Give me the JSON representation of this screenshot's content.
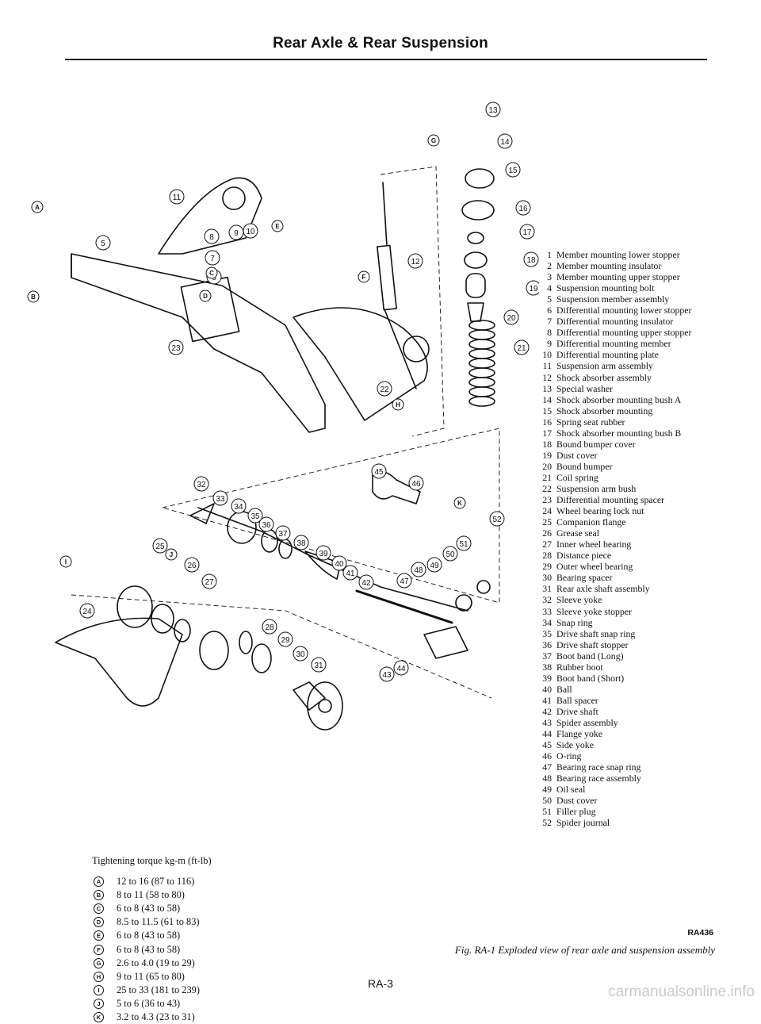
{
  "header": {
    "title": "Rear Axle & Rear Suspension"
  },
  "legend": [
    {
      "num": "1",
      "label": "Member mounting lower stopper"
    },
    {
      "num": "2",
      "label": "Member mounting insulator"
    },
    {
      "num": "3",
      "label": "Member mounting upper stopper"
    },
    {
      "num": "4",
      "label": "Suspension mounting bolt"
    },
    {
      "num": "5",
      "label": "Suspension member assembly"
    },
    {
      "num": "6",
      "label": "Differential mounting lower stopper"
    },
    {
      "num": "7",
      "label": "Differential mounting insulator"
    },
    {
      "num": "8",
      "label": "Differential mounting upper stopper"
    },
    {
      "num": "9",
      "label": "Differential mounting member"
    },
    {
      "num": "10",
      "label": "Differential mounting plate"
    },
    {
      "num": "11",
      "label": "Suspension arm assembly"
    },
    {
      "num": "12",
      "label": "Shock absorber assembly"
    },
    {
      "num": "13",
      "label": "Special washer"
    },
    {
      "num": "14",
      "label": "Shock absorber mounting bush A"
    },
    {
      "num": "15",
      "label": "Shock absorber mounting"
    },
    {
      "num": "16",
      "label": "Spring seat rubber"
    },
    {
      "num": "17",
      "label": "Shock absorber mounting bush B"
    },
    {
      "num": "18",
      "label": "Bound bumper cover"
    },
    {
      "num": "19",
      "label": "Dust cover"
    },
    {
      "num": "20",
      "label": "Bound bumper"
    },
    {
      "num": "21",
      "label": "Coil spring"
    },
    {
      "num": "22",
      "label": "Suspension arm bush"
    },
    {
      "num": "23",
      "label": "Differential mounting spacer"
    },
    {
      "num": "24",
      "label": "Wheel bearing lock nut"
    },
    {
      "num": "25",
      "label": "Companion flange"
    },
    {
      "num": "26",
      "label": "Grease seal"
    },
    {
      "num": "27",
      "label": "Inner wheel bearing"
    },
    {
      "num": "28",
      "label": "Distance piece"
    },
    {
      "num": "29",
      "label": "Outer wheel bearing"
    },
    {
      "num": "30",
      "label": "Bearing spacer"
    },
    {
      "num": "31",
      "label": "Rear axle shaft assembly"
    },
    {
      "num": "32",
      "label": "Sleeve yoke"
    },
    {
      "num": "33",
      "label": "Sleeve yoke stopper"
    },
    {
      "num": "34",
      "label": "Snap ring"
    },
    {
      "num": "35",
      "label": "Drive shaft snap ring"
    },
    {
      "num": "36",
      "label": "Drive shaft stopper"
    },
    {
      "num": "37",
      "label": "Boot band (Long)"
    },
    {
      "num": "38",
      "label": "Rubber boot"
    },
    {
      "num": "39",
      "label": "Boot band (Short)"
    },
    {
      "num": "40",
      "label": "Ball"
    },
    {
      "num": "41",
      "label": "Ball spacer"
    },
    {
      "num": "42",
      "label": "Drive shaft"
    },
    {
      "num": "43",
      "label": "Spider assembly"
    },
    {
      "num": "44",
      "label": "Flange yoke"
    },
    {
      "num": "45",
      "label": "Side yoke"
    },
    {
      "num": "46",
      "label": "O-ring"
    },
    {
      "num": "47",
      "label": "Bearing race snap ring"
    },
    {
      "num": "48",
      "label": "Bearing race assembly"
    },
    {
      "num": "49",
      "label": "Oil seal"
    },
    {
      "num": "50",
      "label": "Dust cover"
    },
    {
      "num": "51",
      "label": "Filler plug"
    },
    {
      "num": "52",
      "label": "Spider journal"
    }
  ],
  "torque": {
    "title": "Tightening torque   kg-m (ft-lb)",
    "items": [
      {
        "mark": "A",
        "value": "12 to 16 (87 to 116)"
      },
      {
        "mark": "B",
        "value": "8 to 11 (58 to 80)"
      },
      {
        "mark": "C",
        "value": "6 to 8 (43 to 58)"
      },
      {
        "mark": "D",
        "value": "8.5 to 11.5 (61 to 83)"
      },
      {
        "mark": "E",
        "value": "6 to 8 (43 to 58)"
      },
      {
        "mark": "F",
        "value": "6 to 8 (43 to 58)"
      },
      {
        "mark": "G",
        "value": "2.6 to 4.0 (19 to 29)"
      },
      {
        "mark": "H",
        "value": "9 to 11 (65 to 80)"
      },
      {
        "mark": "I",
        "value": "25 to 33 (181 to 239)"
      },
      {
        "mark": "J",
        "value": "5 to 6 (36 to 43)"
      },
      {
        "mark": "K",
        "value": "3.2 to 4.3 (23 to 31)"
      }
    ]
  },
  "ref_code": "RA436",
  "caption": "Fig. RA-1  Exploded view of rear axle and suspension assembly",
  "page_number": "RA-3",
  "watermark": "carmanualsonline.info"
}
